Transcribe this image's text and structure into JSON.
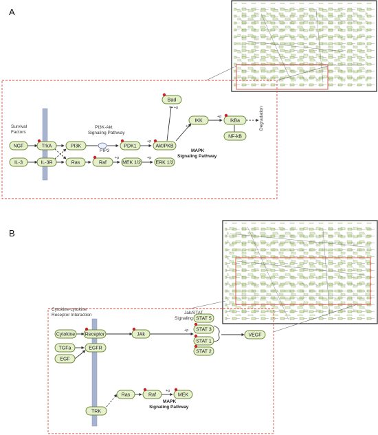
{
  "panels": {
    "a_label": "A",
    "b_label": "B"
  },
  "panel_a": {
    "survival_factors_line1": "Survival",
    "survival_factors_line2": "Factors",
    "pi3k_akt_line1": "PI3K-Akt",
    "pi3k_akt_line2": "Signaling Pathway",
    "mapk_line1": "MAPK",
    "mapk_line2": "Signaling Pathway",
    "pip3": "PIP3",
    "degradation": "Degradation",
    "p_label": "+p",
    "nodes": {
      "ngf": "NGF",
      "il3": "IL-3",
      "trka": "TrkA",
      "il3r": "IL-3R",
      "pi3k": "PI3K",
      "ras": "Ras",
      "raf": "Raf",
      "pdk1": "PDK1",
      "aktpkb": "Akt/PKB",
      "mek12": "MEK 1/2",
      "erk12": "ERK 1/2",
      "bad": "Bad",
      "ikk": "IKK",
      "ikba": "IkBa",
      "nfkb": "NF-kB"
    }
  },
  "panel_b": {
    "jak_stat_line1": "Jak/STAT",
    "jak_stat_line2": "Signaling Pathway",
    "cytokine_interaction_line1": "Cytokine-cytokine",
    "cytokine_interaction_line2": "Receptor Interaction",
    "mapk_line1": "MAPK",
    "mapk_line2": "Signaling Pathway",
    "p_label": "+p",
    "nodes": {
      "cytokine": "Cytokine",
      "receptor": "Receptor",
      "jak": "JAk",
      "tgfa": "TGFa",
      "egf": "EGF",
      "egfr": "EGFR",
      "stat5": "STAT 5",
      "stat3": "STAT 3",
      "stat1": "STAT 1",
      "stat2": "STAT 2",
      "vegf": "VEGF",
      "ras": "Ras",
      "raf": "Raf",
      "mek": "MEK",
      "trk": "TRK"
    }
  },
  "colors": {
    "node_fill": "#e6f0cc",
    "node_stroke": "#6e8a3a",
    "dot": "#c8232c",
    "membrane": "#a7b3cf",
    "highlight_box": "#d94a3a"
  }
}
